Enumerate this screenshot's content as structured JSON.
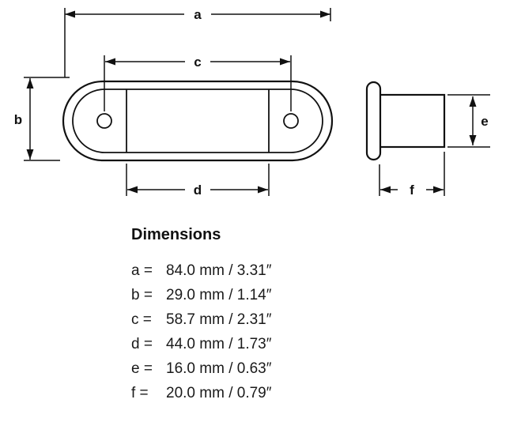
{
  "drawing": {
    "labels": {
      "a": "a",
      "b": "b",
      "c": "c",
      "d": "d",
      "e": "e",
      "f": "f"
    }
  },
  "dimensions_section": {
    "title": "Dimensions",
    "items": [
      {
        "label": "a =",
        "value": "84.0 mm / 3.31″"
      },
      {
        "label": "b =",
        "value": "29.0 mm / 1.14″"
      },
      {
        "label": "c =",
        "value": "58.7 mm / 2.31″"
      },
      {
        "label": "d =",
        "value": "44.0 mm / 1.73″"
      },
      {
        "label": "e =",
        "value": "16.0 mm / 0.63″"
      },
      {
        "label": "f =",
        "value": "20.0 mm / 0.79″"
      }
    ]
  }
}
